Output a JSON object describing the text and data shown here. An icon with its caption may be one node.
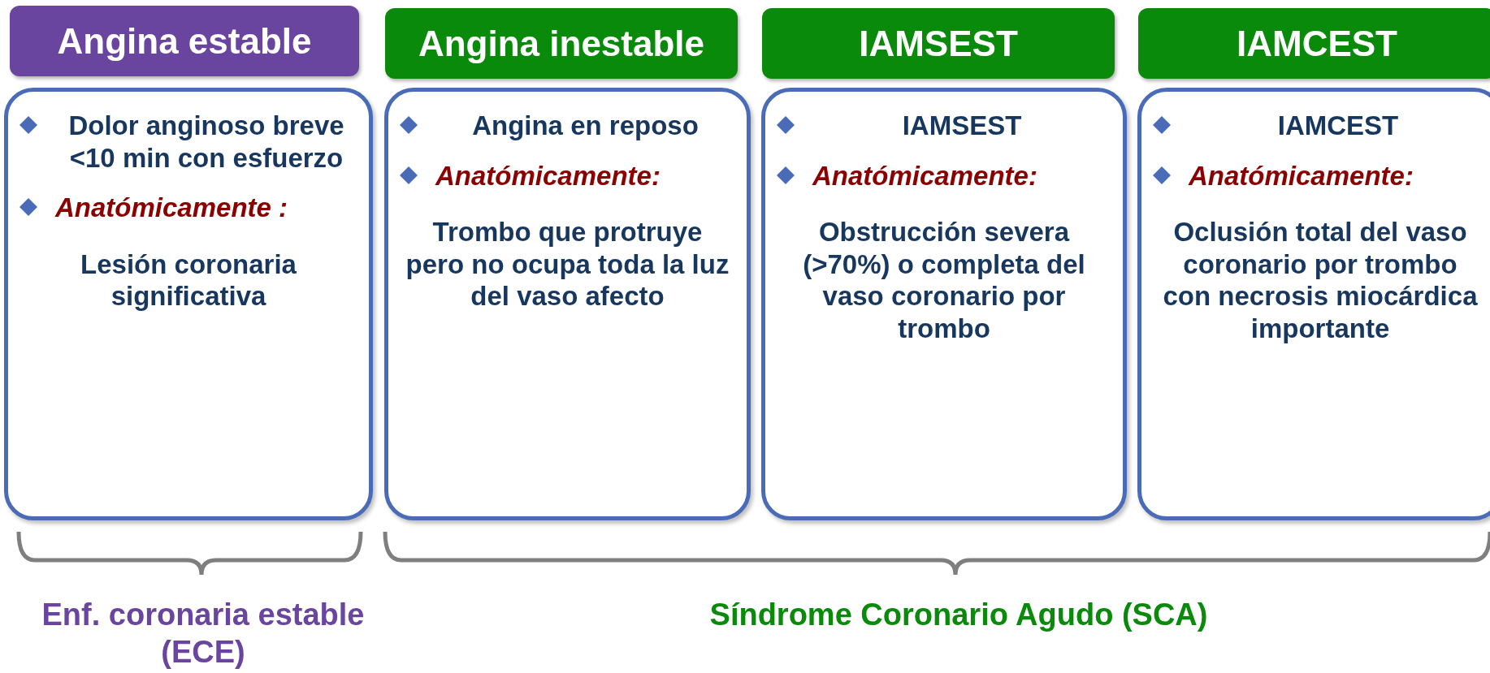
{
  "diagram": {
    "nodes": [
      {
        "text": [
          "Angina estable"
        ]
      },
      {
        "text": [
          "Angina inestable"
        ]
      },
      {
        "text": [
          "IAMSEST"
        ]
      },
      {
        "text": [
          "IAMCEST"
        ]
      },
      {
        "text": [
          "Dolor anginoso breve <10 min con esfuerzo",
          "Anatómicamente :",
          "Lesión coronaria significativa"
        ]
      },
      {
        "text": [
          "Angina en reposo",
          "Anatómicamente:",
          "Trombo que protruye pero no ocupa toda la luz del vaso afecto"
        ]
      },
      {
        "text": [
          "IAMSEST",
          "Anatómicamente:",
          "Obstrucción severa (>70%) o completa del vaso coronario por trombo"
        ]
      },
      {
        "text": [
          "IAMCEST",
          "Anatómicamente:",
          "Oclusión total del vaso coronario por trombo con necrosis miocárdica importante"
        ]
      }
    ],
    "edges": [],
    "labels": [
      "Enf. coronaria estable (ECE)",
      "Síndrome Coronario Agudo (SCA)"
    ]
  }
}
